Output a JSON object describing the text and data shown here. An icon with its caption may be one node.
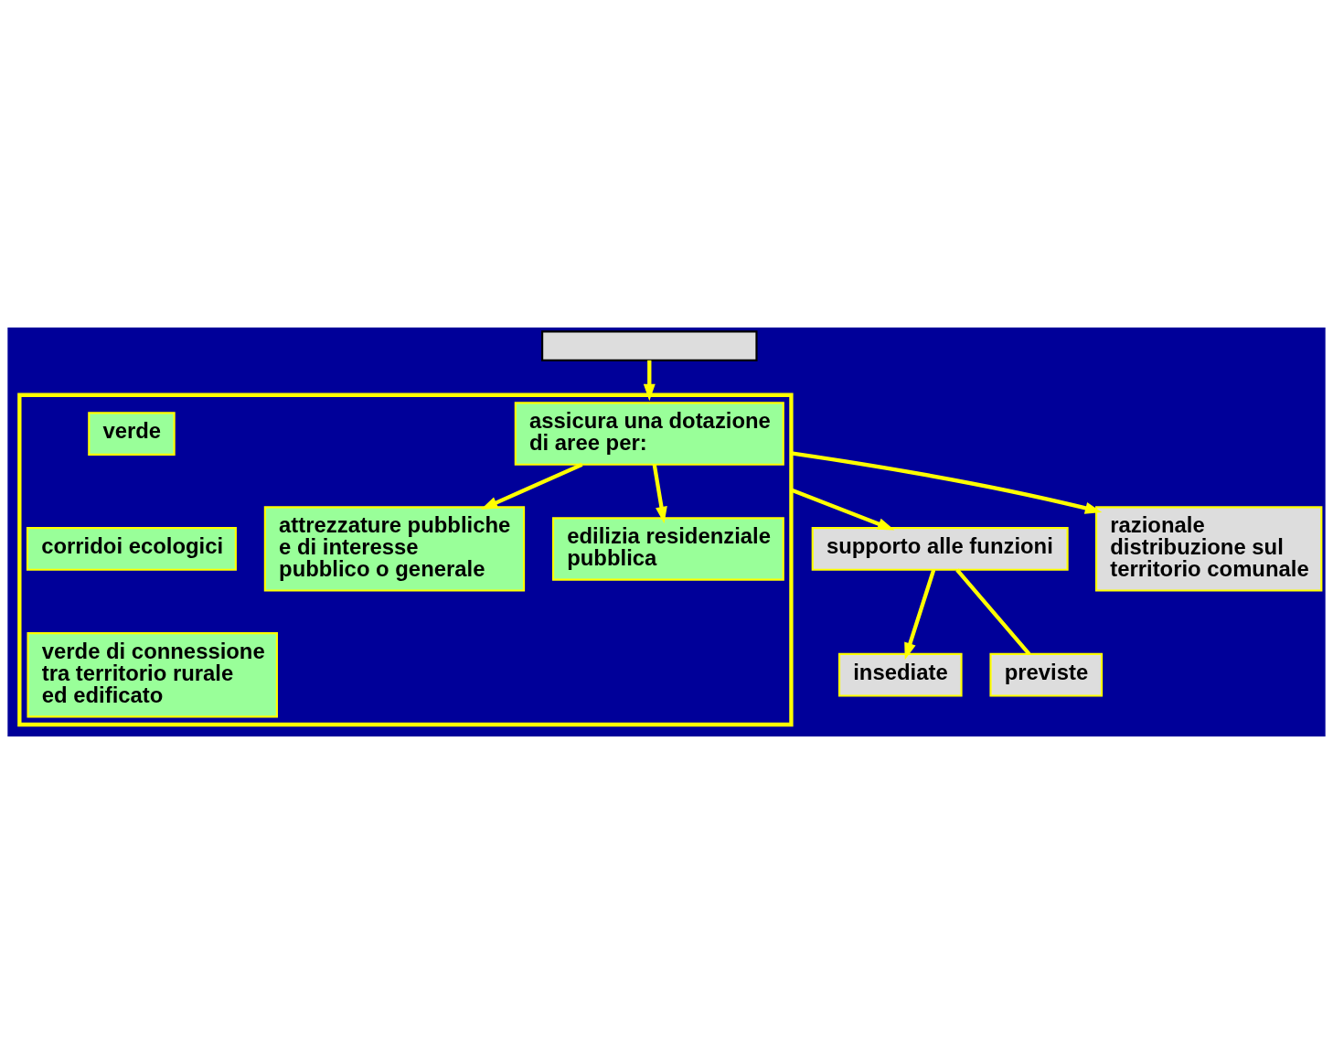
{
  "diagram": {
    "nodes": [
      {
        "text": [],
        "shape": "box"
      },
      {
        "text": [],
        "shape": "box"
      },
      {
        "text": [
          "assicura una dotazione di aree per:"
        ],
        "in": 1
      },
      {
        "text": [
          "verde"
        ],
        "in": 1
      },
      {
        "text": [
          "corridoi ecologici"
        ],
        "in": 1
      },
      {
        "text": [
          "verde di connessione tra territorio rurale ed edificato"
        ],
        "in": 1
      },
      {
        "text": [
          "attrezzature pubbliche e di interesse pubblico o generale"
        ],
        "in": 1
      },
      {
        "text": [
          "edilizia residenziale pubblica"
        ],
        "in": 1
      },
      {
        "text": [
          "insediate"
        ]
      },
      {
        "text": [
          "supporto alle funzioni"
        ]
      },
      {
        "text": [
          "razionale distribuzione sul territorio comunale"
        ]
      },
      {
        "text": [
          "previste"
        ]
      }
    ],
    "edges": [
      {
        "from": 0,
        "to": 1,
        "arrow": "to"
      },
      {
        "from": 2,
        "to": 6,
        "arrow": "to"
      },
      {
        "from": 2,
        "to": 7,
        "arrow": "to"
      },
      {
        "from": 1,
        "to": 9,
        "arrow": "to"
      },
      {
        "from": 1,
        "to": 10,
        "arrow": "to"
      },
      {
        "from": 9,
        "to": 8,
        "arrow": "to"
      },
      {
        "from": 9,
        "to": 11,
        "arrow": "none"
      }
    ]
  }
}
